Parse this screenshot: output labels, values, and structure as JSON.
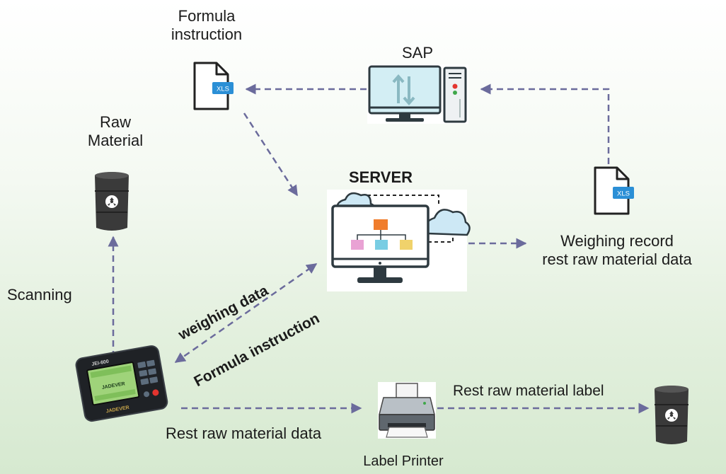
{
  "labels": {
    "formula_instruction": [
      "Formula",
      "instruction"
    ],
    "sap": "SAP",
    "raw_material": [
      "Raw",
      "Material"
    ],
    "server": "SERVER",
    "scanning": "Scanning",
    "weighing_data": "weighing data",
    "formula_instruction_arrow": "Formula instruction",
    "weighing_record": [
      "Weighing record",
      "rest raw material data"
    ],
    "rest_raw_material_data": "Rest raw material data",
    "rest_raw_material_label": "Rest raw material label",
    "label_printer": "Label Printer"
  },
  "file_badge": "XLS",
  "device": {
    "model": "JEI-600",
    "screen_brand": "JADEVER",
    "bottom_brand": "JADEVER"
  },
  "colors": {
    "arrow": "#6b6b9c",
    "file_blue": "#2b8fd6",
    "monitor_screen": "#d3eef4",
    "node_orange": "#f07d2c",
    "node_pink": "#e9a2d4",
    "node_cyan": "#79cde3",
    "node_yellow": "#f0d26b",
    "drum": "#3a3a3a"
  },
  "icons": [
    "xls-file-icon",
    "sap-computer-icon",
    "server-monitor-icon",
    "cloud-icon",
    "raw-material-drum-icon",
    "weighing-terminal-icon",
    "label-printer-icon"
  ]
}
